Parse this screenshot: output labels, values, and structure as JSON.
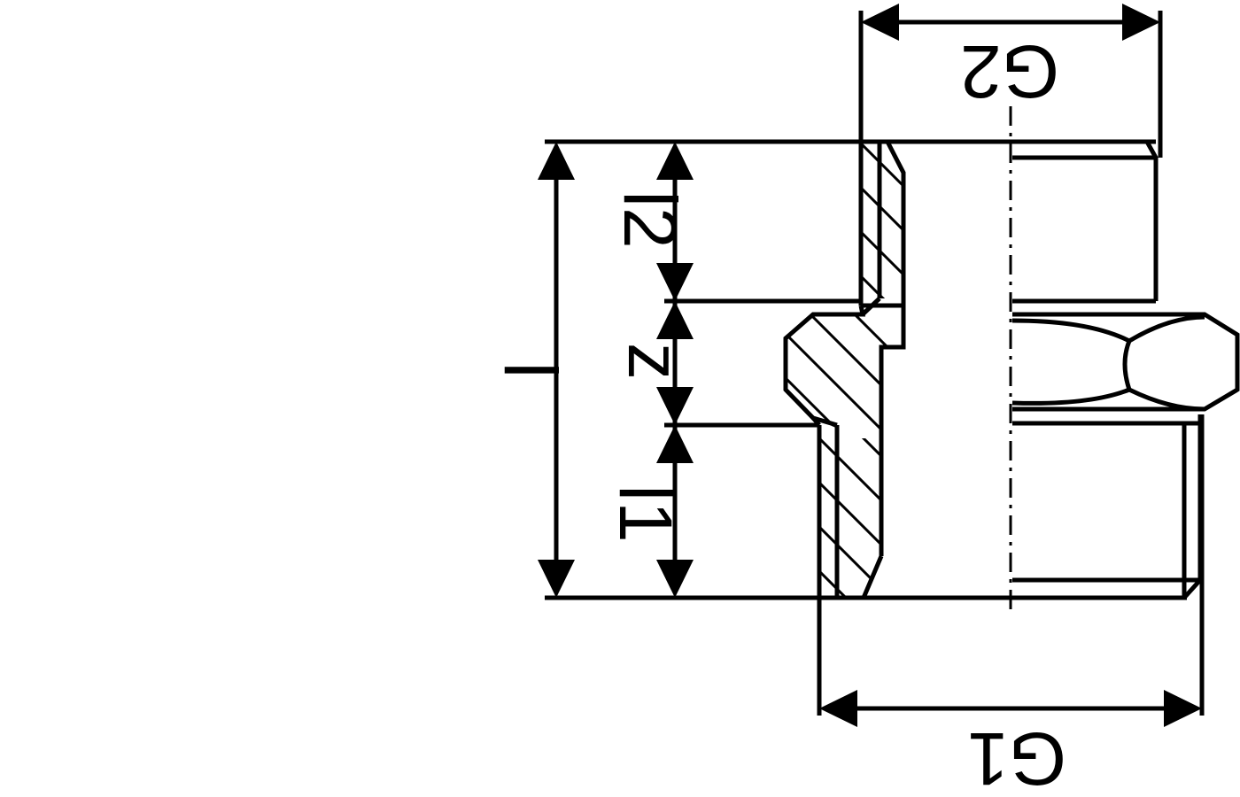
{
  "dimensions": {
    "overall_length": "l",
    "thread_length_1": "l1",
    "thread_length_2": "l2",
    "center_length": "z",
    "thread_size_1": "G1",
    "thread_size_2": "G2"
  }
}
